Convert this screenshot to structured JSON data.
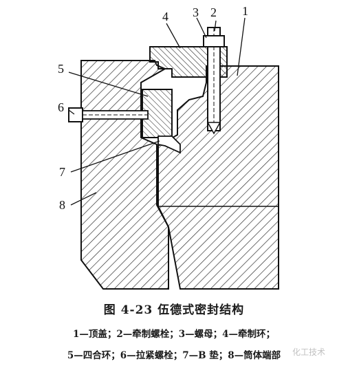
{
  "figure": {
    "callouts": [
      {
        "id": "1",
        "text": "1"
      },
      {
        "id": "2",
        "text": "2"
      },
      {
        "id": "3",
        "text": "3"
      },
      {
        "id": "4",
        "text": "4"
      },
      {
        "id": "5",
        "text": "5"
      },
      {
        "id": "6",
        "text": "6"
      },
      {
        "id": "7",
        "text": "7"
      },
      {
        "id": "8",
        "text": "8"
      }
    ]
  },
  "caption": {
    "title": "图 4-23   伍德式密封结构",
    "legend_line1": "1—顶盖；2—牵制螺栓；3—螺母；4—牵制环；",
    "legend_line2": "5—四合环；6—拉紧螺栓；7—B 垫；8—筒体端部"
  },
  "watermark": {
    "text": "化工技术"
  }
}
